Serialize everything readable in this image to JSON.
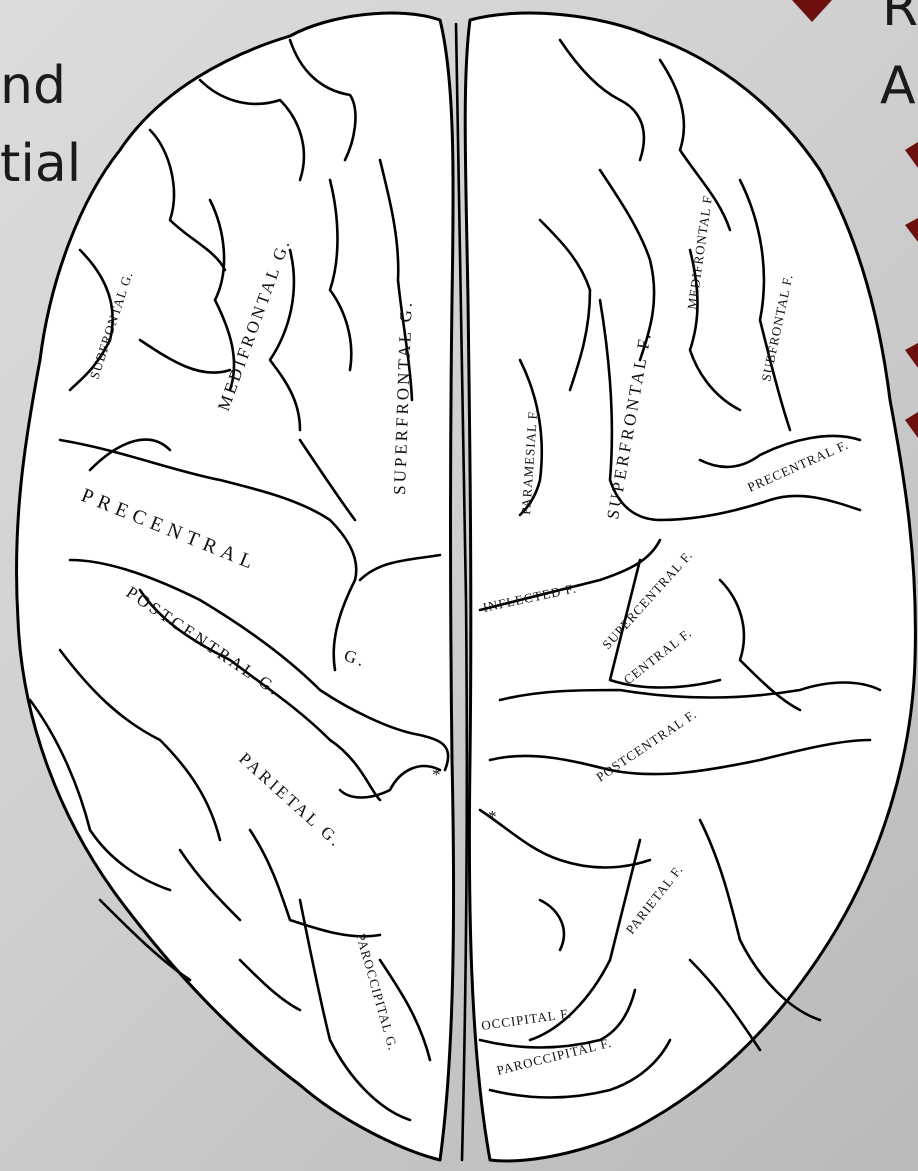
{
  "slide": {
    "left_text_fragments": [
      "nd",
      "tial"
    ],
    "right_text_fragments": [
      "R",
      "A"
    ]
  },
  "diagram": {
    "left_hemisphere_labels": {
      "subfrontal_g": "SUBFRONTAL G.",
      "medifrontal_g": "MEDIFRONTAL G.",
      "superfrontal_g": "SUPERFRONTAL G.",
      "precentral": "PRECENTRAL",
      "g_precentral": "G.",
      "postcentral_g": "POSTCENTRAL G.",
      "parietal_g": "PARIETAL G.",
      "paroccipital_g": "PAROCCIPITAL G.",
      "asterisk": "*"
    },
    "right_hemisphere_labels": {
      "medifrontal_f": "MEDIFRONTAL F.",
      "subfrontal_f": "SUBFRONTAL F.",
      "superfrontal_f": "SUPERFRONTAL F.",
      "paramesial_f": "PARAMESIAL F.",
      "precentral_f": "PRECENTRAL F.",
      "supercentral_f": "SUPERCENTRAL F.",
      "inflected_f": "INFLECTED F.",
      "central_f": "CENTRAL F.",
      "postcentral_f": "POSTCENTRAL F.",
      "parietal_f": "PARIETAL F.",
      "occipital_f": "OCCIPITAL F.",
      "paroccipital_f": "PAROCCIPITAL F.",
      "asterisk": "*"
    }
  },
  "colors": {
    "background": "#cfcfcf",
    "bullet": "#6b0f0f",
    "outline": "#000000",
    "fill": "#ffffff"
  }
}
